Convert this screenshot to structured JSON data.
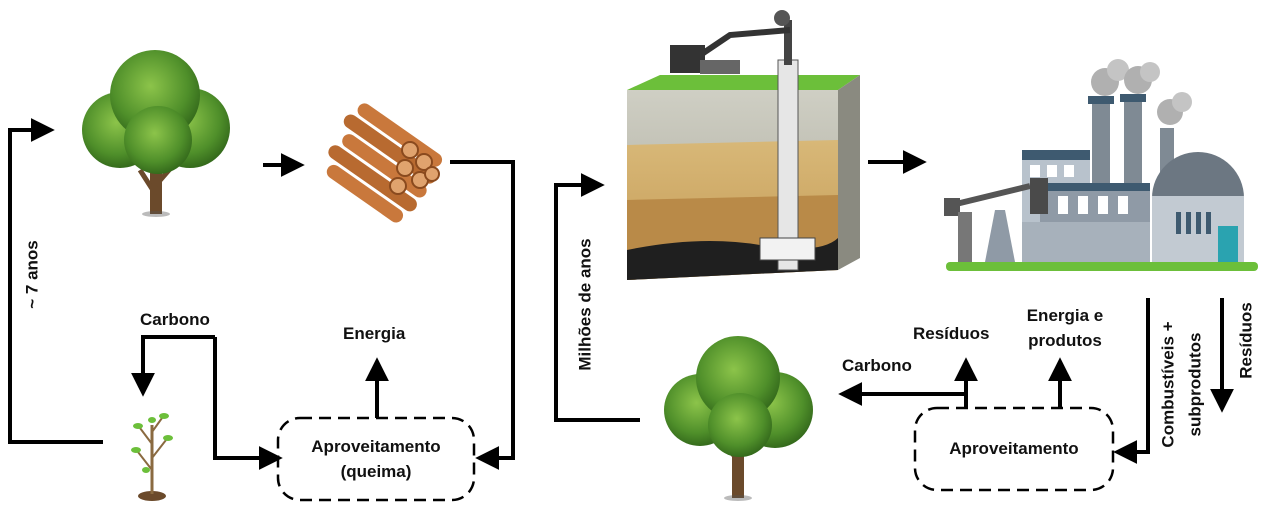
{
  "left_cycle": {
    "time_label": "~ 7 anos",
    "carbon_label": "Carbono",
    "energy_label": "Energia",
    "process_line1": "Aproveitamento",
    "process_line2": "(queima)"
  },
  "right_cycle": {
    "time_label": "Milhões de anos",
    "carbon_label": "Carbono",
    "residues_label": "Resíduos",
    "energy_products_line1": "Energia e",
    "energy_products_line2": "produtos",
    "fuels_line1": "Combustíveis +",
    "fuels_line2": "subprodutos",
    "residues_side_label": "Resíduos",
    "process_label": "Aproveitamento"
  },
  "colors": {
    "arrow": "#000000",
    "foliage": "#4f8f2a",
    "trunk": "#6b4a2b",
    "log": "#c9783c",
    "factory": "#8f9aa6",
    "grass": "#6cbf3a"
  },
  "icons": [
    "tree-icon",
    "log-pile-icon",
    "sapling-icon",
    "oil-well-icon",
    "factory-icon"
  ]
}
